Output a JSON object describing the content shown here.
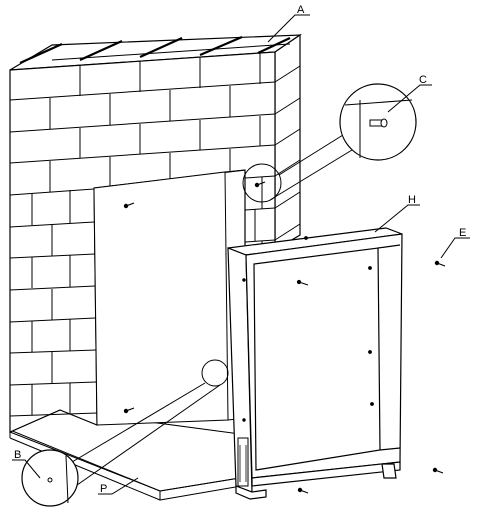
{
  "labels": {
    "A": "A",
    "B": "B",
    "C": "C",
    "E": "E",
    "H": "H",
    "P": "P"
  },
  "colors": {
    "line": "#000000",
    "background": "#ffffff"
  }
}
